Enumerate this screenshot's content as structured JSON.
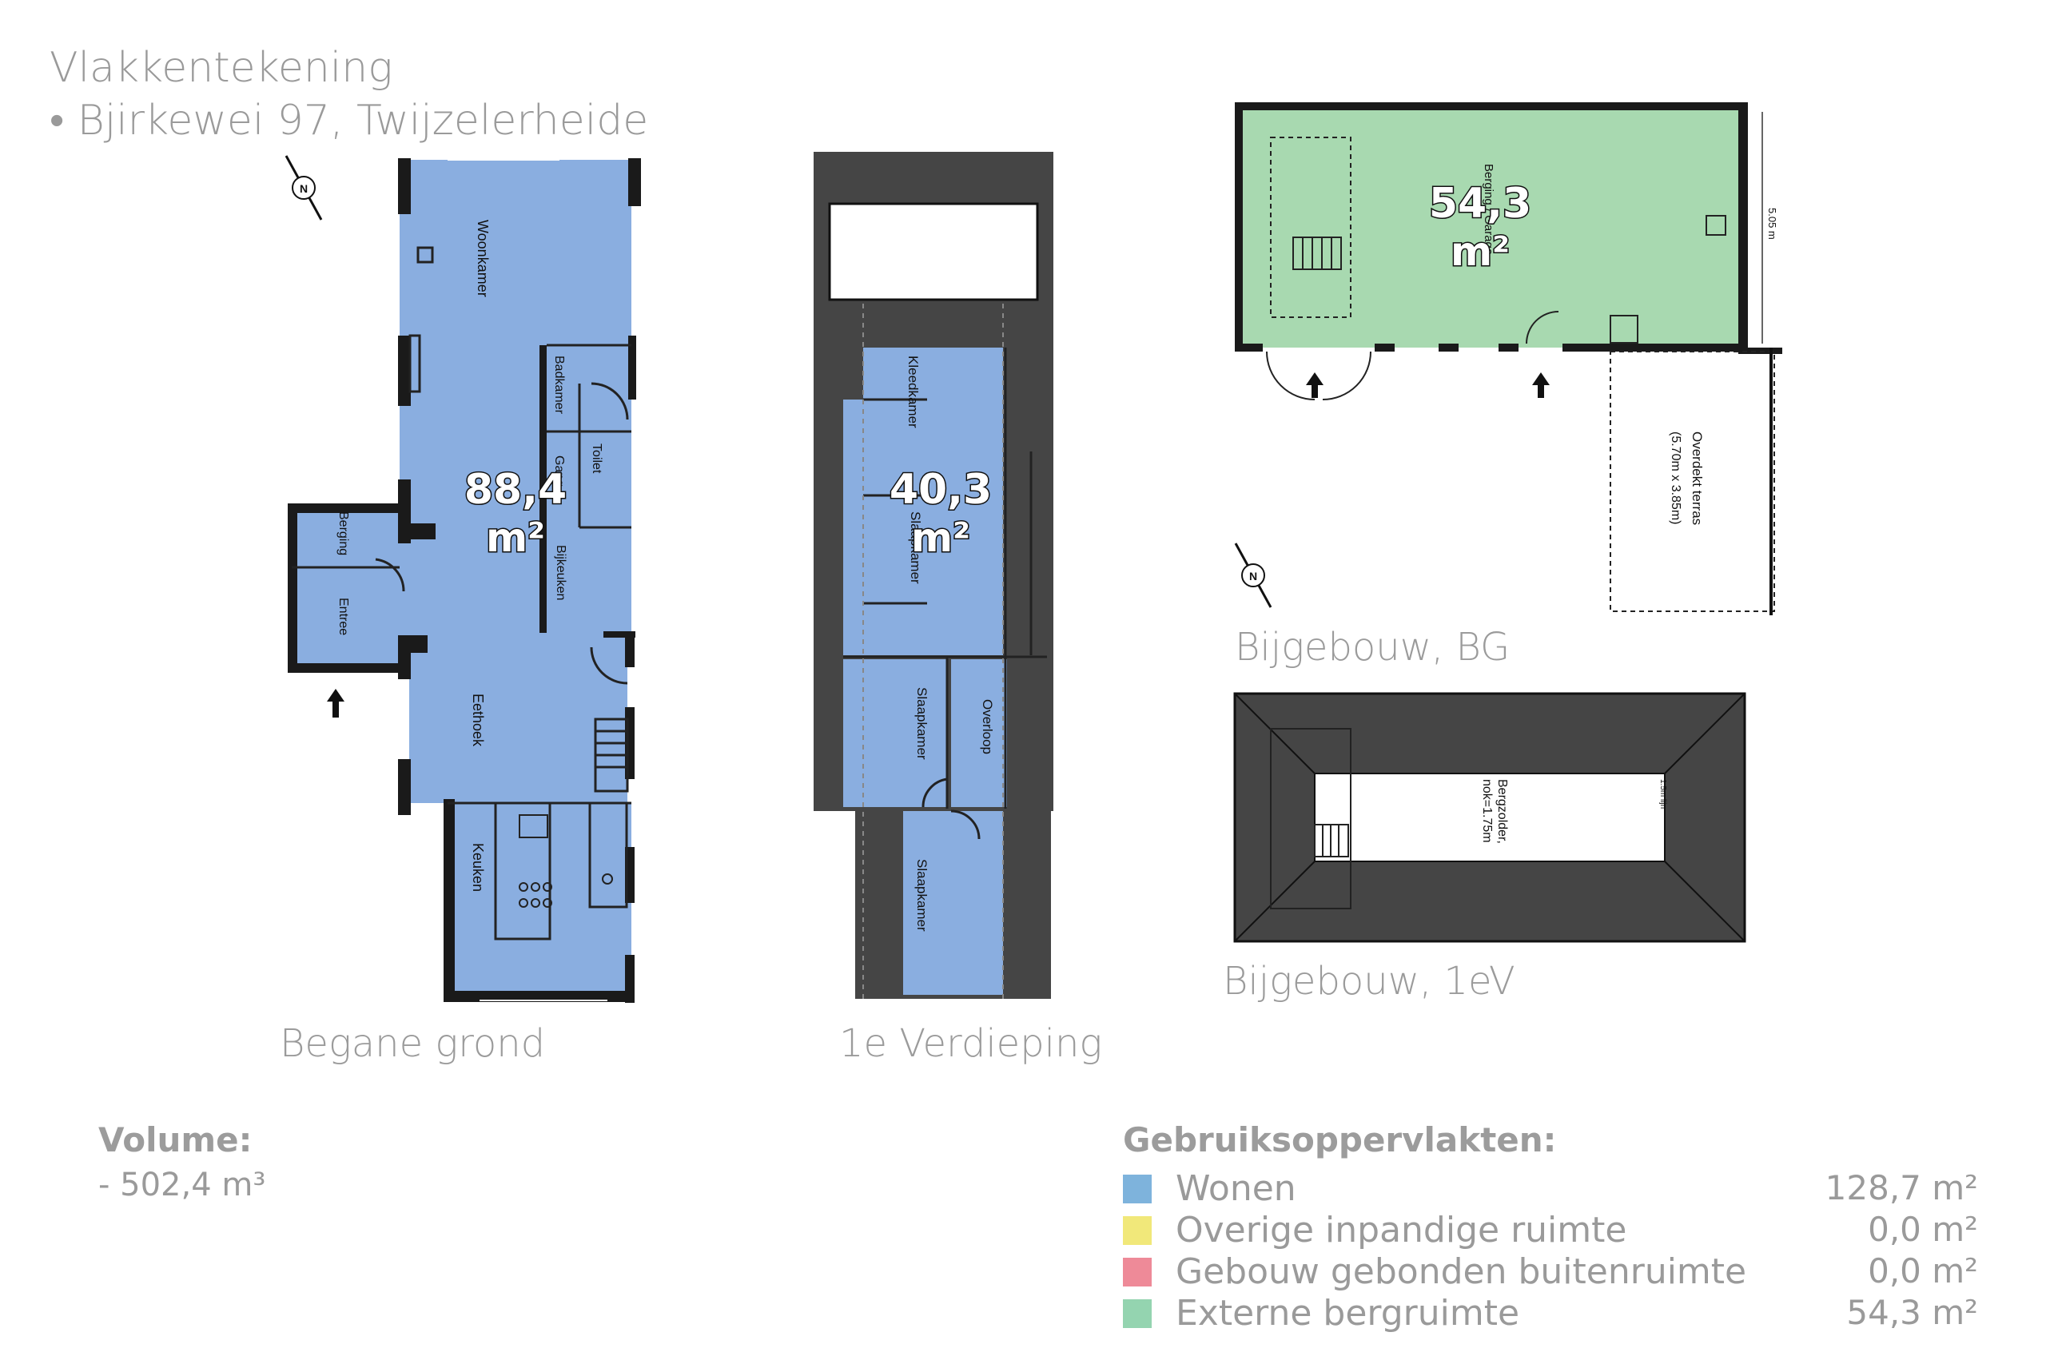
{
  "header": {
    "title": "Vlakkentekening",
    "address": "• Bjirkewei 97, Twijzelerheide"
  },
  "floors": {
    "ground": {
      "caption": "Begane grond",
      "area": "88,4",
      "unit": "m²",
      "rooms": {
        "woonkamer": "Woonkamer",
        "badkamer": "Badkamer",
        "gang": "Gang",
        "toilet": "Toilet",
        "berging": "Berging",
        "entree": "Entree",
        "bijkeuken": "Bijkeuken",
        "eethoek": "Eethoek",
        "keuken": "Keuken"
      }
    },
    "first": {
      "caption": "1e Verdieping",
      "area": "40,3",
      "unit": "m²",
      "rooms": {
        "kleedkamer": "Kleedkamer",
        "slaapkamer_main": "Slaapkamer",
        "slaapkamer_2": "Slaapkamer",
        "overloop": "Overloop",
        "slaapkamer_3": "Slaapkamer"
      }
    },
    "annex_ground": {
      "caption": "Bijgebouw, BG",
      "area": "54,3",
      "unit": "m²",
      "rooms": {
        "berging": "Berging / Garage",
        "terras": "Overdekt terras",
        "terras_size": "(5.70m x 3.85m)",
        "dimension": "5.05 m"
      }
    },
    "annex_first": {
      "caption": "Bijgebouw, 1eV",
      "rooms": {
        "bergzolder": "Bergzolder,",
        "nok": "nok=1.75m",
        "lijn": "1.5m lijn"
      }
    }
  },
  "volume": {
    "heading": "Volume:",
    "value": "- 502,4 m³"
  },
  "usage": {
    "heading": "Gebruiksoppervlakten:",
    "items": [
      {
        "label": "Wonen",
        "value": "128,7 m²",
        "color": "#7eb3dc"
      },
      {
        "label": "Overige inpandige ruimte",
        "value": "0,0 m²",
        "color": "#f1e87a"
      },
      {
        "label": "Gebouw gebonden buitenruimte",
        "value": "0,0 m²",
        "color": "#ee8a98"
      },
      {
        "label": "Externe bergruimte",
        "value": "54,3 m²",
        "color": "#94d4b0"
      }
    ]
  },
  "colors": {
    "living": "#8aaee0",
    "storage": "#a8d9b0",
    "wall": "#1a1a1a",
    "roof": "#454545"
  },
  "icons": [
    "north-compass-icon",
    "entrance-arrow-icon"
  ]
}
